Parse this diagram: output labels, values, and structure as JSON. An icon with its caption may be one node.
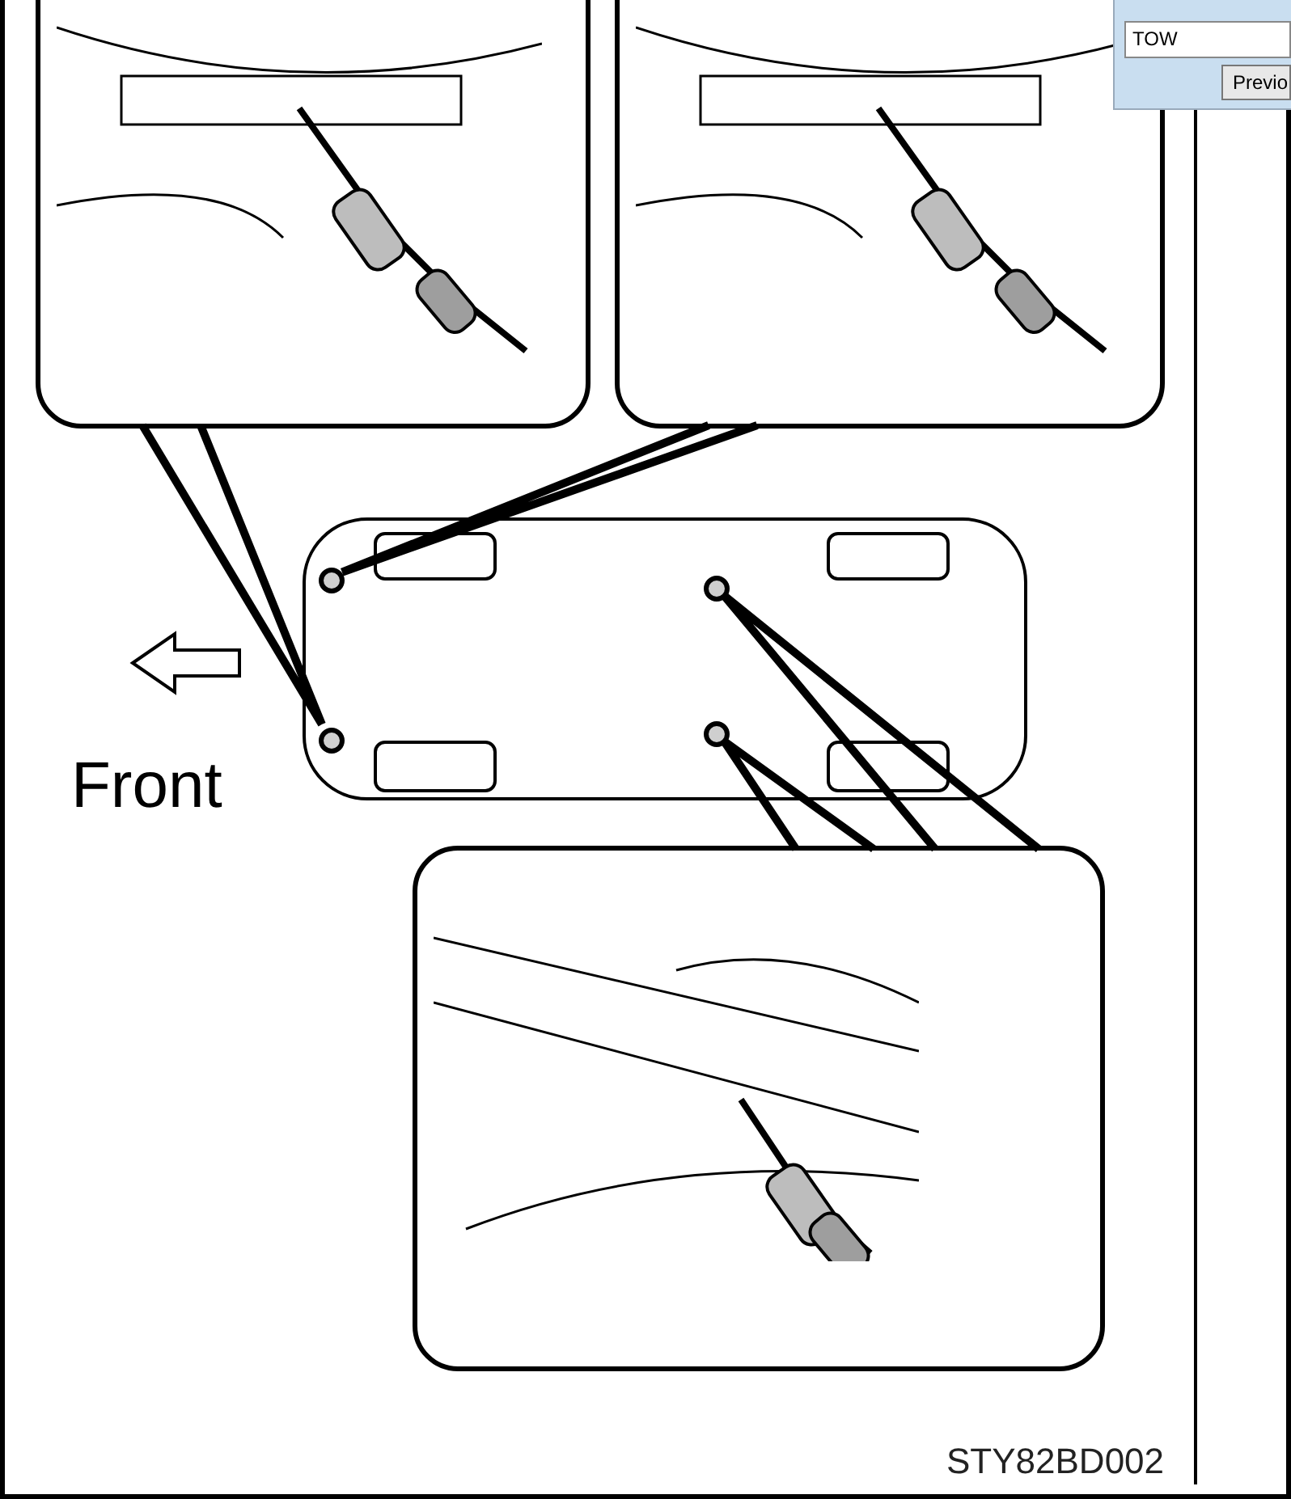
{
  "diagram": {
    "nodes": [
      {
        "text": [],
        "shape": "picture"
      },
      {
        "text": [],
        "shape": "picture"
      },
      {
        "text": [],
        "shape": "box"
      },
      {
        "text": [],
        "shape": "circle",
        "in": 2
      },
      {
        "text": [],
        "shape": "circle",
        "in": 2
      },
      {
        "text": [],
        "shape": "circle",
        "in": 2
      },
      {
        "text": [],
        "shape": "circle",
        "in": 2
      },
      {
        "text": [],
        "shape": "picture"
      }
    ],
    "edges": [
      {
        "from": 0,
        "to": 5,
        "arrow": "none"
      },
      {
        "from": 1,
        "to": 3,
        "arrow": "none"
      },
      {
        "from": 7,
        "to": 4,
        "arrow": "none"
      },
      {
        "from": 7,
        "to": 6,
        "arrow": "none"
      }
    ],
    "labels": [
      "TOW",
      "Previo",
      "Front",
      "STY82BD002"
    ]
  }
}
